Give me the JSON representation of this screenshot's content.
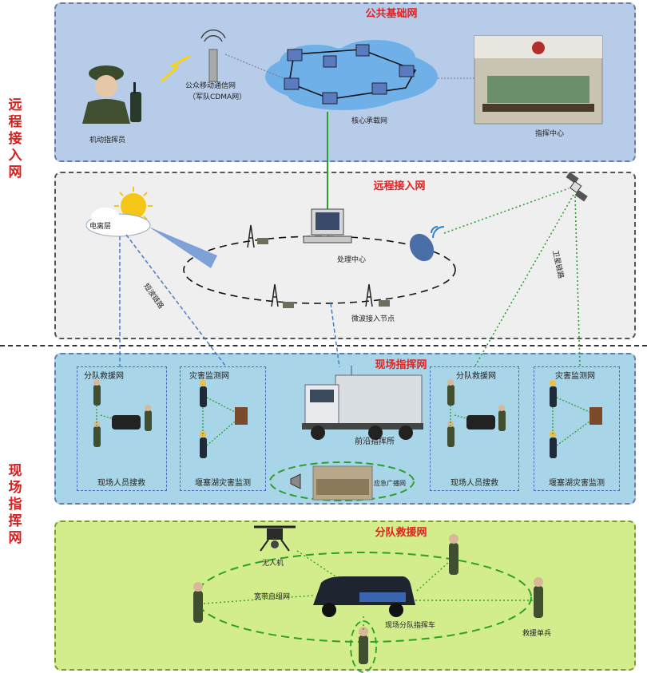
{
  "side_labels": {
    "remote": "远程接入网",
    "field": "现场指挥网"
  },
  "zones": {
    "public": {
      "title": "公共基础网"
    },
    "remote": {
      "title": "远程接入网"
    },
    "field": {
      "title": "现场指挥网"
    },
    "team": {
      "title": "分队救援网"
    }
  },
  "public": {
    "officer": "机动指挥员",
    "mobile_net_1": "公众移动通信网",
    "mobile_net_2": "（军队CDMA网）",
    "core": "核心承载网",
    "command_center": "指挥中心"
  },
  "remote": {
    "ionosphere": "电离层",
    "shortwave": "短波链路",
    "processing": "处理中心",
    "microwave_node": "微波接入节点",
    "satellite_link": "卫星链路"
  },
  "field": {
    "rescue_net_left": "分队救援网",
    "monitor_net_left": "灾害监测网",
    "rescue_task_left": "现场人员搜救",
    "monitor_task_left": "堰塞湖灾害监测",
    "forward_post": "前沿指挥所",
    "broadcast": "应急广播网",
    "rescue_net_right": "分队救援网",
    "monitor_net_right": "灾害监测网",
    "rescue_task_right": "现场人员搜救",
    "monitor_task_right": "堰塞湖灾害监测"
  },
  "team": {
    "drone": "无人机",
    "wideband": "宽带自组网",
    "vehicle": "现场分队指挥车",
    "rescuer": "救援单兵"
  },
  "colors": {
    "accent_red": "#e32020",
    "link_green": "#2ca02c",
    "link_blue": "#4a7cc8"
  }
}
